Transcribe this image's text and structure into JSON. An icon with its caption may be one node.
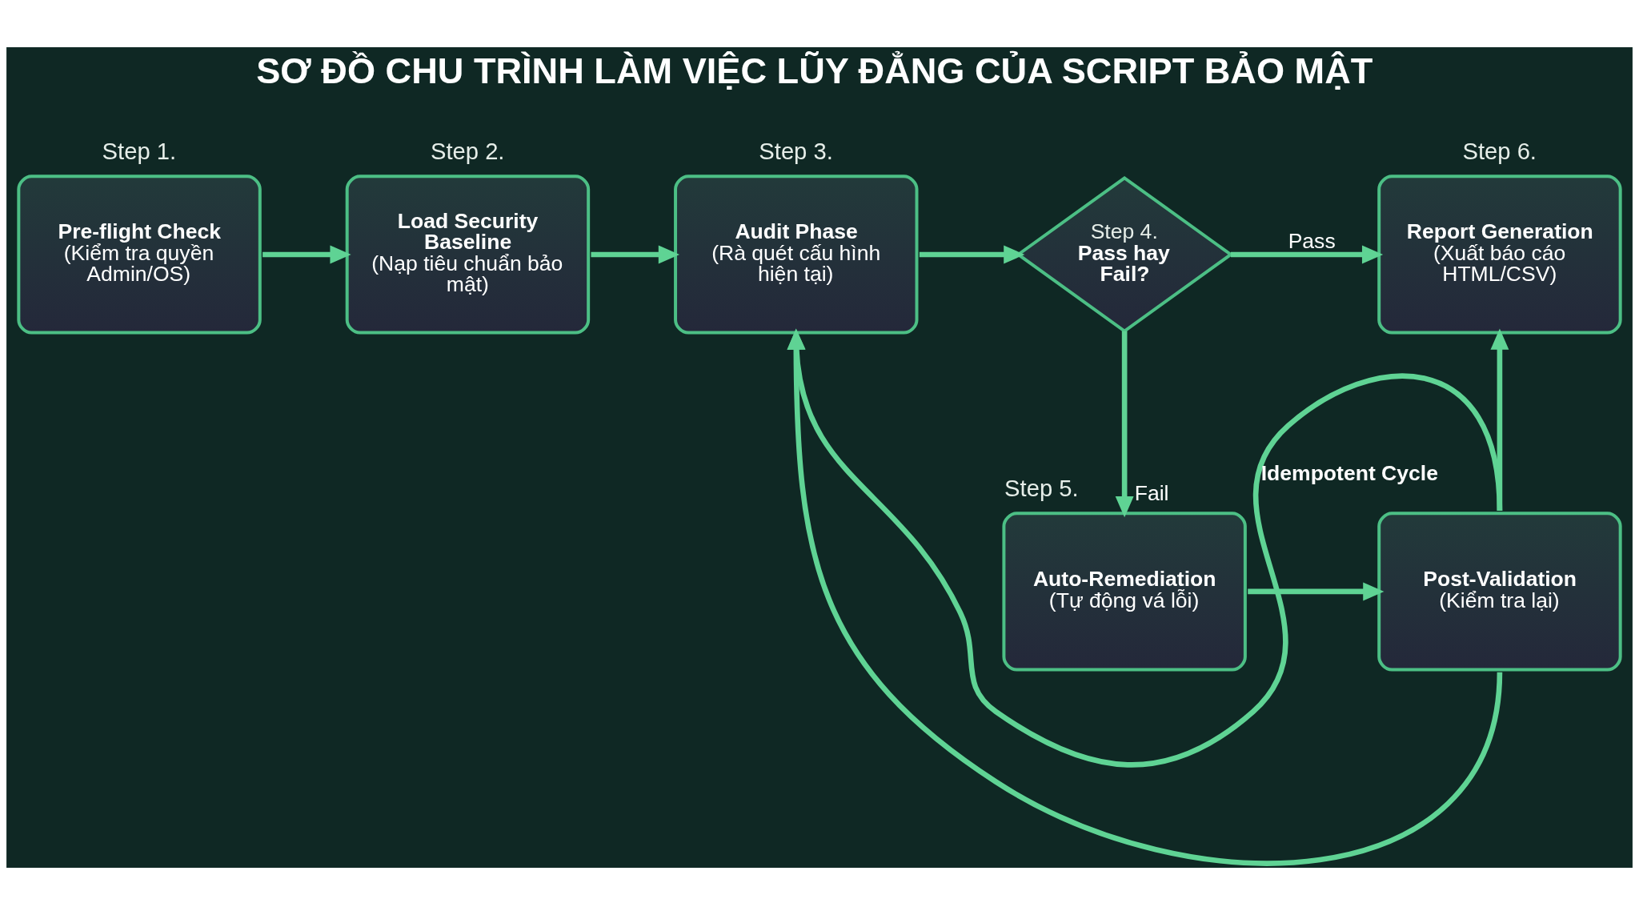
{
  "diagram": {
    "title": "SƠ ĐỒ CHU TRÌNH LÀM VIỆC LŨY ĐẲNG CỦA SCRIPT BẢO MẬT",
    "nodes": [
      {
        "text": [
          "Step 1.",
          "Pre-flight Check",
          "(Kiểm tra quyền Admin/OS)"
        ]
      },
      {
        "text": [
          "Step 2.",
          "Load Security Baseline",
          "(Nạp tiêu chuẩn bảo mật)"
        ]
      },
      {
        "text": [
          "Step 3.",
          "Audit Phase",
          "(Rà quét cấu hình hiện tại)"
        ]
      },
      {
        "text": [
          "Step 4.",
          "Pass hay Fail?"
        ]
      },
      {
        "text": [
          "Step 6.",
          "Report Generation",
          "(Xuất báo cáo HTML/CSV)"
        ]
      },
      {
        "text": [
          "Step 5.",
          "Auto-Remediation",
          "(Tự động vá lỗi)"
        ]
      },
      {
        "text": [
          "Post-Validation",
          "(Kiểm tra lại)"
        ]
      }
    ],
    "edges": [
      {
        "from": 0,
        "to": 1,
        "arrow": "to"
      },
      {
        "from": 1,
        "to": 2,
        "arrow": "to"
      },
      {
        "from": 2,
        "to": 3,
        "arrow": "to"
      },
      {
        "from": 3,
        "to": 4,
        "arrow": "to",
        "label": "Pass"
      },
      {
        "from": 3,
        "to": 5,
        "arrow": "to",
        "label": "Fail"
      },
      {
        "from": 5,
        "to": 6,
        "arrow": "to"
      },
      {
        "from": 6,
        "to": 4,
        "arrow": "to"
      },
      {
        "from": 6,
        "to": 2,
        "arrow": "to",
        "label": "Idempotent Cycle"
      },
      {
        "from": 6,
        "to": 2,
        "arrow": "to"
      }
    ]
  }
}
